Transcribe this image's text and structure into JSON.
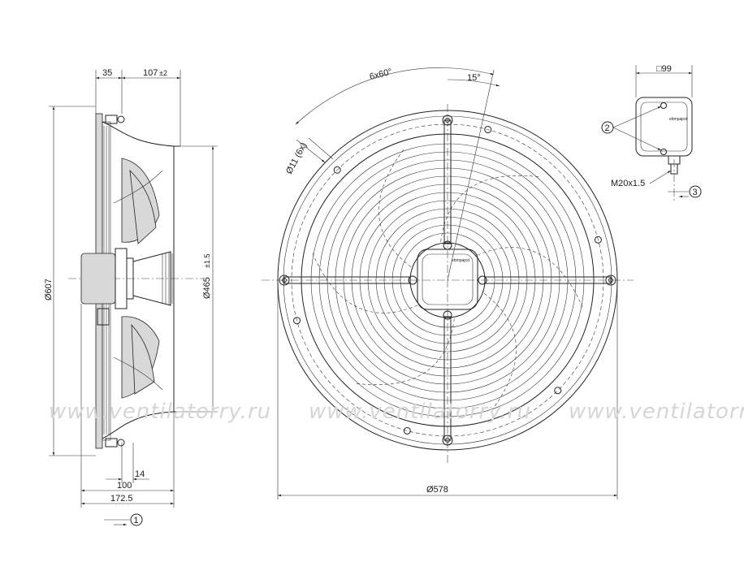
{
  "watermark": {
    "text": "www.ventilatorry.ru"
  },
  "dimensions": {
    "d35": "35",
    "d107": "107",
    "d107_tol": "±2",
    "d607": "Ø607",
    "d465": "Ø465",
    "d465_tol": "±1.5",
    "d14": "14",
    "d100": "100",
    "d172": "172.5",
    "holes_angle": "6x60°",
    "offset_angle": "15°",
    "hole_dia": "Ø11 (6x)",
    "d578": "Ø578",
    "box_size": "□99",
    "gland": "M20x1.5"
  },
  "callouts": {
    "c1": "1",
    "c2": "2",
    "c3": "3"
  },
  "terminal_box": {
    "logo": "ebmpapst"
  },
  "motor_label": {
    "logo": "ebmpapst"
  }
}
